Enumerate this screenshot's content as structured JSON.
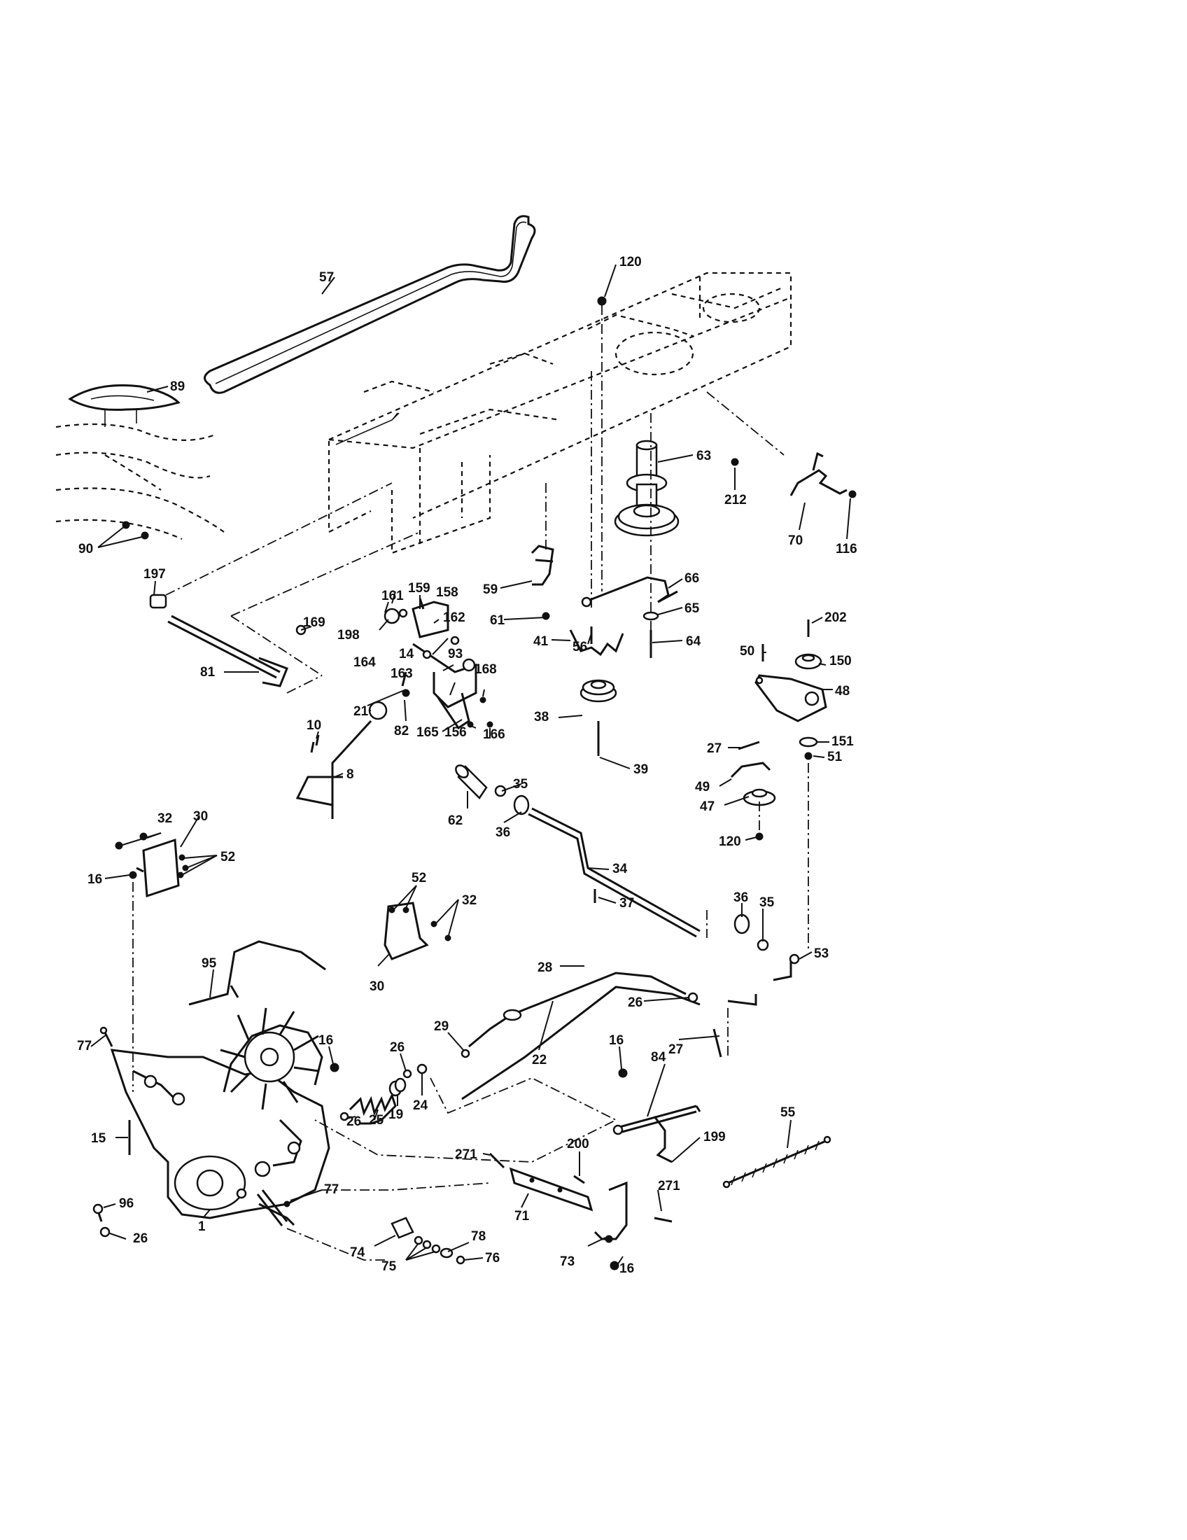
{
  "callouts": [
    {
      "id": "c57",
      "text": "57"
    },
    {
      "id": "c120a",
      "text": "120"
    },
    {
      "id": "c89",
      "text": "89"
    },
    {
      "id": "c63",
      "text": "63"
    },
    {
      "id": "c212",
      "text": "212"
    },
    {
      "id": "c70",
      "text": "70"
    },
    {
      "id": "c116",
      "text": "116"
    },
    {
      "id": "c90",
      "text": "90"
    },
    {
      "id": "c197",
      "text": "197"
    },
    {
      "id": "c66",
      "text": "66"
    },
    {
      "id": "c59",
      "text": "59"
    },
    {
      "id": "c65",
      "text": "65"
    },
    {
      "id": "c161",
      "text": "161"
    },
    {
      "id": "c159",
      "text": "159"
    },
    {
      "id": "c158",
      "text": "158"
    },
    {
      "id": "c169",
      "text": "169"
    },
    {
      "id": "c162",
      "text": "162"
    },
    {
      "id": "c198",
      "text": "198"
    },
    {
      "id": "c61",
      "text": "61"
    },
    {
      "id": "c64",
      "text": "64"
    },
    {
      "id": "c202",
      "text": "202"
    },
    {
      "id": "c56",
      "text": "56"
    },
    {
      "id": "c50",
      "text": "50"
    },
    {
      "id": "c150",
      "text": "150"
    },
    {
      "id": "c41",
      "text": "41"
    },
    {
      "id": "c81",
      "text": "81"
    },
    {
      "id": "c164",
      "text": "164"
    },
    {
      "id": "c14",
      "text": "14"
    },
    {
      "id": "c93",
      "text": "93"
    },
    {
      "id": "c163",
      "text": "163"
    },
    {
      "id": "c168",
      "text": "168"
    },
    {
      "id": "c48",
      "text": "48"
    },
    {
      "id": "c21",
      "text": "21"
    },
    {
      "id": "c38",
      "text": "38"
    },
    {
      "id": "c10",
      "text": "10"
    },
    {
      "id": "c82",
      "text": "82"
    },
    {
      "id": "c165",
      "text": "165"
    },
    {
      "id": "c156",
      "text": "156"
    },
    {
      "id": "c166",
      "text": "166"
    },
    {
      "id": "c27a",
      "text": "27"
    },
    {
      "id": "c151",
      "text": "151"
    },
    {
      "id": "c51",
      "text": "51"
    },
    {
      "id": "c8",
      "text": "8"
    },
    {
      "id": "c39",
      "text": "39"
    },
    {
      "id": "c49",
      "text": "49"
    },
    {
      "id": "c35a",
      "text": "35"
    },
    {
      "id": "c32a",
      "text": "32"
    },
    {
      "id": "c30a",
      "text": "30"
    },
    {
      "id": "c62",
      "text": "62"
    },
    {
      "id": "c47",
      "text": "47"
    },
    {
      "id": "c52a",
      "text": "52"
    },
    {
      "id": "c36a",
      "text": "36"
    },
    {
      "id": "c120b",
      "text": "120"
    },
    {
      "id": "c16a",
      "text": "16"
    },
    {
      "id": "c34",
      "text": "34"
    },
    {
      "id": "c52b",
      "text": "52"
    },
    {
      "id": "c37",
      "text": "37"
    },
    {
      "id": "c32b",
      "text": "32"
    },
    {
      "id": "c36b",
      "text": "36"
    },
    {
      "id": "c35b",
      "text": "35"
    },
    {
      "id": "c95",
      "text": "95"
    },
    {
      "id": "c53",
      "text": "53"
    },
    {
      "id": "c28",
      "text": "28"
    },
    {
      "id": "c30b",
      "text": "30"
    },
    {
      "id": "c26a",
      "text": "26"
    },
    {
      "id": "c29",
      "text": "29"
    },
    {
      "id": "c77a",
      "text": "77"
    },
    {
      "id": "c16b",
      "text": "16"
    },
    {
      "id": "c26b",
      "text": "26"
    },
    {
      "id": "c22",
      "text": "22"
    },
    {
      "id": "c16c",
      "text": "16"
    },
    {
      "id": "c84",
      "text": "84"
    },
    {
      "id": "c27b",
      "text": "27"
    },
    {
      "id": "c24",
      "text": "24"
    },
    {
      "id": "c19",
      "text": "19"
    },
    {
      "id": "c25",
      "text": "25"
    },
    {
      "id": "c26c",
      "text": "26"
    },
    {
      "id": "c15",
      "text": "15"
    },
    {
      "id": "c55",
      "text": "55"
    },
    {
      "id": "c199",
      "text": "199"
    },
    {
      "id": "c200",
      "text": "200"
    },
    {
      "id": "c271a",
      "text": "271"
    },
    {
      "id": "c77b",
      "text": "77"
    },
    {
      "id": "c71",
      "text": "71"
    },
    {
      "id": "c271b",
      "text": "271"
    },
    {
      "id": "c96",
      "text": "96"
    },
    {
      "id": "c1",
      "text": "1"
    },
    {
      "id": "c26d",
      "text": "26"
    },
    {
      "id": "c78",
      "text": "78"
    },
    {
      "id": "c74",
      "text": "74"
    },
    {
      "id": "c76",
      "text": "76"
    },
    {
      "id": "c75",
      "text": "75"
    },
    {
      "id": "c73",
      "text": "73"
    },
    {
      "id": "c16d",
      "text": "16"
    }
  ]
}
